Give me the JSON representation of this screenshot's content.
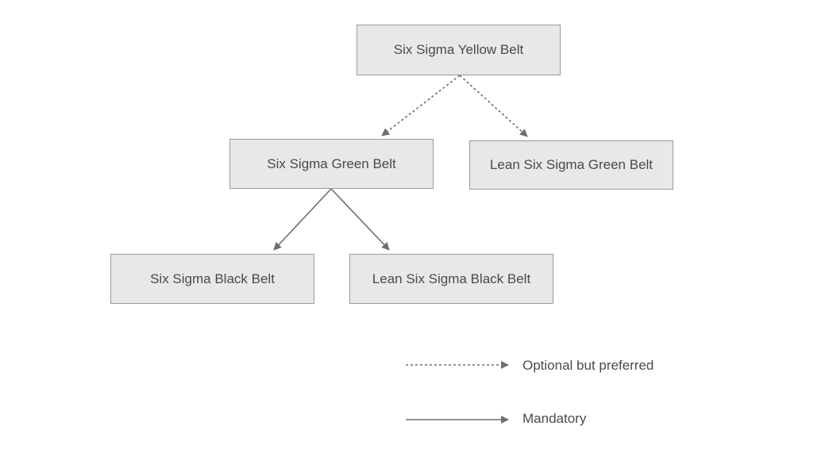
{
  "nodes": {
    "yellow_belt": "Six Sigma Yellow Belt",
    "green_belt": "Six Sigma Green Belt",
    "lean_green_belt": "Lean Six Sigma Green Belt",
    "black_belt": "Six Sigma Black Belt",
    "lean_black_belt": "Lean Six Sigma Black Belt"
  },
  "edges": [
    {
      "from": "yellow_belt",
      "to": "green_belt",
      "style": "dotted"
    },
    {
      "from": "yellow_belt",
      "to": "lean_green_belt",
      "style": "dotted"
    },
    {
      "from": "green_belt",
      "to": "black_belt",
      "style": "solid"
    },
    {
      "from": "green_belt",
      "to": "lean_black_belt",
      "style": "solid"
    }
  ],
  "legend": {
    "optional": "Optional but preferred",
    "mandatory": "Mandatory"
  },
  "colors": {
    "node_fill": "#e8e8e8",
    "node_border": "#9a9a9a",
    "connector": "#6e6e6e",
    "text": "#4a4a4a"
  }
}
